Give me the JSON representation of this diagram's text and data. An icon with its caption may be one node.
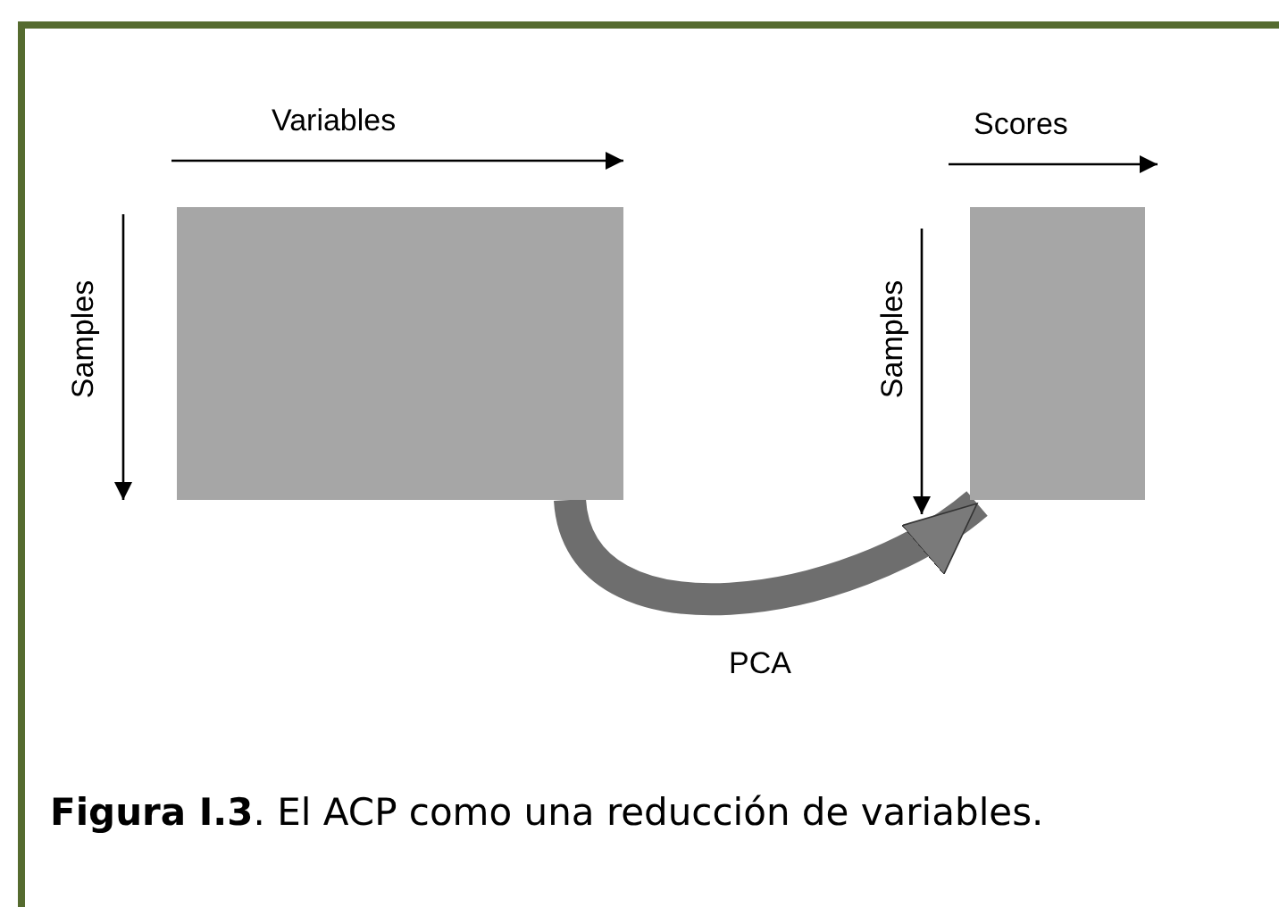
{
  "diagram": {
    "caption": "**Figura I.3**. El ACP como una reducción de variables.",
    "nodes": [
      {
        "text": [],
        "shape": "box"
      },
      {
        "text": [],
        "shape": "box"
      }
    ],
    "edges": [
      {
        "from": 0,
        "to": 1,
        "arrow": "to",
        "label": "PCA"
      }
    ],
    "labels": [
      "Variables",
      "Scores",
      "Samples",
      "Samples"
    ]
  }
}
